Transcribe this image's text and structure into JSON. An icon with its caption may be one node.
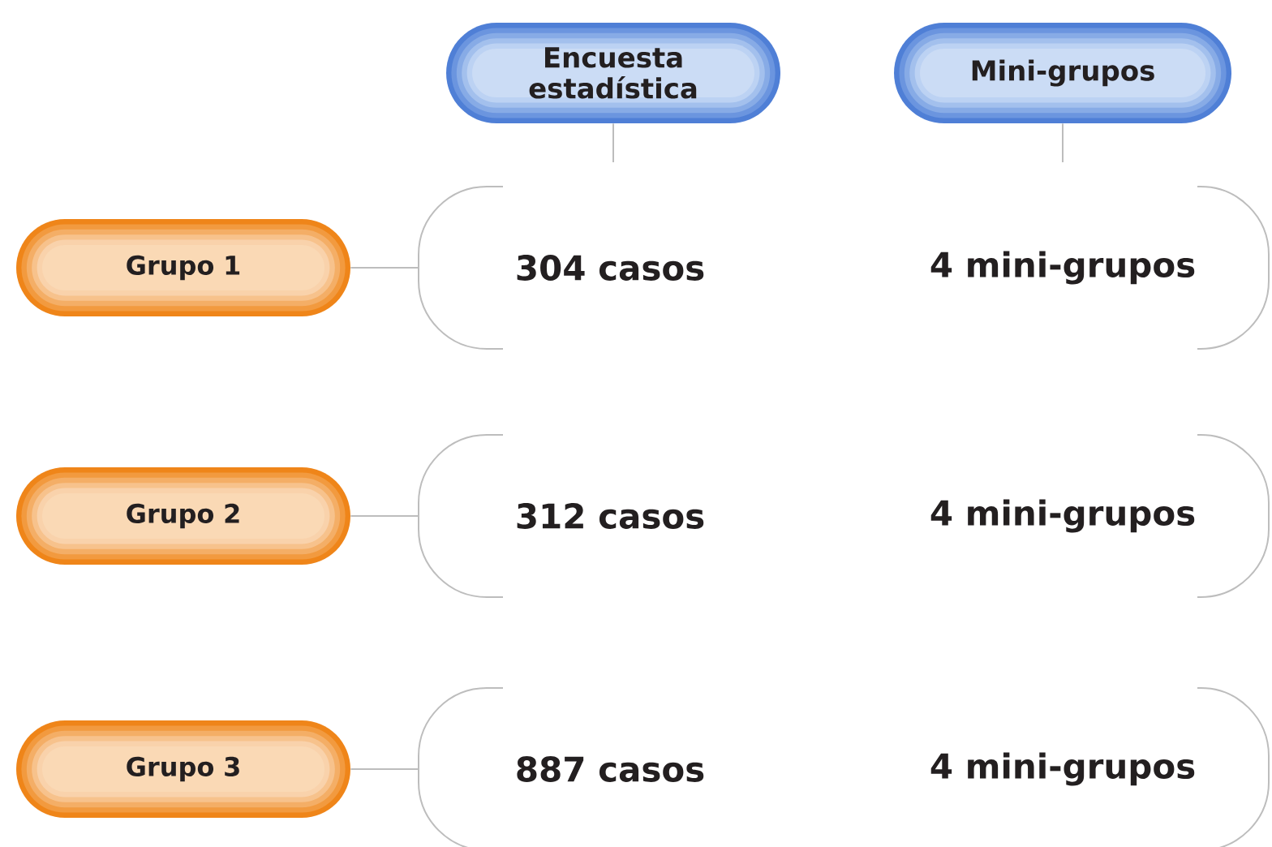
{
  "diagram": {
    "nodes": [
      {
        "text": [
          "Encuesta estadística"
        ]
      },
      {
        "text": [
          "Mini-grupos"
        ]
      },
      {
        "text": [
          "Grupo 1"
        ]
      },
      {
        "text": [
          "304 casos",
          "4 mini-grupos"
        ]
      },
      {
        "text": [
          "Grupo 2"
        ]
      },
      {
        "text": [
          "312 casos",
          "4 mini-grupos"
        ]
      },
      {
        "text": [
          "Grupo 3"
        ]
      },
      {
        "text": [
          "887 casos",
          "4 mini-grupos"
        ]
      }
    ],
    "edges": [
      {
        "from": 0,
        "to": null,
        "arrow": "none"
      },
      {
        "from": 1,
        "to": null,
        "arrow": "none"
      },
      {
        "from": 2,
        "to": 3,
        "arrow": "none"
      },
      {
        "from": 4,
        "to": 5,
        "arrow": "none"
      },
      {
        "from": 6,
        "to": 7,
        "arrow": "none"
      }
    ]
  }
}
